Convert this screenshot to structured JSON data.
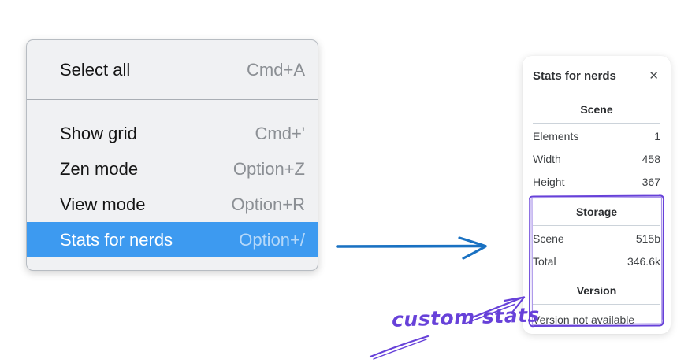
{
  "colors": {
    "menu_highlight": "#3d9af0",
    "arrow_blue": "#1971c2",
    "annotation_purple": "#6741d9"
  },
  "menu": {
    "items_top": [
      {
        "label": "Select all",
        "shortcut": "Cmd+A"
      }
    ],
    "items_bottom": [
      {
        "label": "Show grid",
        "shortcut": "Cmd+'"
      },
      {
        "label": "Zen mode",
        "shortcut": "Option+Z"
      },
      {
        "label": "View mode",
        "shortcut": "Option+R"
      },
      {
        "label": "Stats for nerds",
        "shortcut": "Option+/"
      }
    ]
  },
  "stats_panel": {
    "title": "Stats for nerds",
    "close_icon": "✕",
    "scene": {
      "header": "Scene",
      "rows": [
        {
          "label": "Elements",
          "value": "1"
        },
        {
          "label": "Width",
          "value": "458"
        },
        {
          "label": "Height",
          "value": "367"
        }
      ]
    },
    "storage": {
      "header": "Storage",
      "rows": [
        {
          "label": "Scene",
          "value": "515b"
        },
        {
          "label": "Total",
          "value": "346.6k"
        }
      ]
    },
    "version": {
      "header": "Version",
      "note": "Version not available"
    }
  },
  "annotation": {
    "label": "custom stats"
  }
}
